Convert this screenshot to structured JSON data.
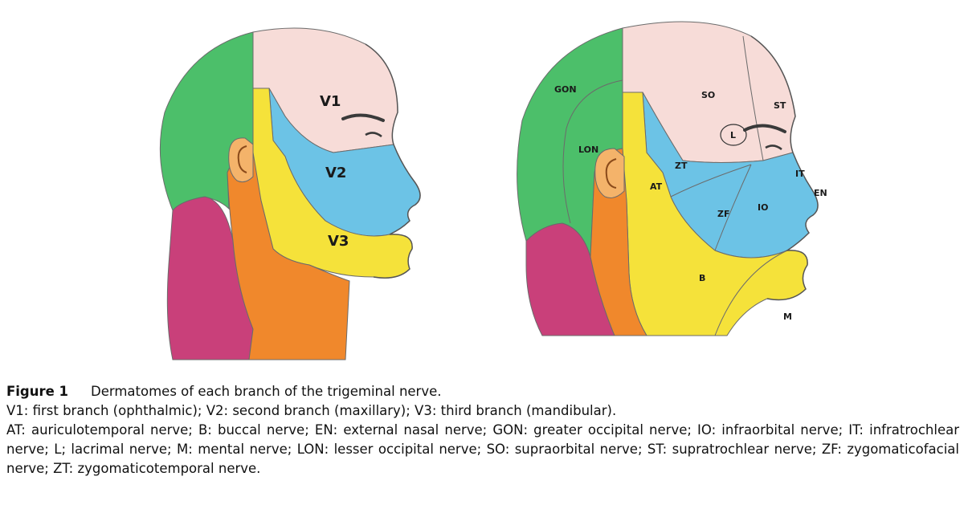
{
  "figure": {
    "left_labels": {
      "v1": "V1",
      "v2": "V2",
      "v3": "V3"
    },
    "right_labels": {
      "gon": "GON",
      "lon": "LON",
      "so": "SO",
      "st": "ST",
      "l": "L",
      "zt": "ZT",
      "at": "AT",
      "it": "IT",
      "en": "EN",
      "io": "IO",
      "zf": "ZF",
      "b": "B",
      "m": "M"
    },
    "colors": {
      "occipital_green": "#4cbf6a",
      "neck_magenta": "#c9407a",
      "forehead_pink": "#f7dcd8",
      "maxillary_blue": "#6cc3e6",
      "mandibular_yellow": "#f5e23a",
      "cervical_orange": "#f0882c",
      "ear_peach": "#f4b36a"
    }
  },
  "caption": {
    "label": "Figure 1",
    "title": "Dermatomes of each branch of the trigeminal nerve.",
    "line2": "V1: first branch (ophthalmic); V2: second branch (maxillary); V3: third branch (mandibular).",
    "line3": "AT: auriculotemporal nerve; B: buccal nerve; EN: external nasal nerve; GON: greater occipital nerve; IO: infraorbital nerve; IT: infratrochlear nerve; L; lacrimal nerve; M: mental nerve; LON: lesser occipital nerve; SO: supraorbital nerve; ST: supratrochlear nerve; ZF: zygomaticofacial nerve; ZT: zygomaticotemporal nerve."
  }
}
